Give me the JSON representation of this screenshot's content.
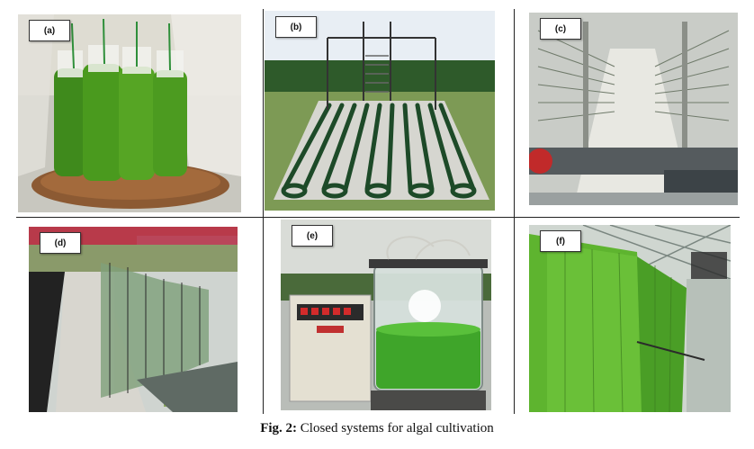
{
  "panels": [
    {
      "label": "(a)"
    },
    {
      "label": "(b)"
    },
    {
      "label": "(c)"
    },
    {
      "label": "(d)"
    },
    {
      "label": "(e)"
    },
    {
      "label": "(f)"
    }
  ],
  "caption": {
    "prefix": "Fig. 2:",
    "text": " Closed systems for algal cultivation"
  },
  "colors": {
    "algae_green": "#4a9a1e",
    "dark_tube": "#1d4a28",
    "grass": "#6c8f45"
  }
}
